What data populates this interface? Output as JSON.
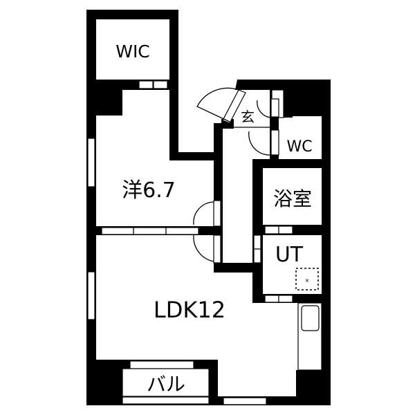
{
  "rooms": {
    "wic": "WIC",
    "entrance": "玄",
    "wc": "WC",
    "western_room": "洋6.7",
    "bath": "浴室",
    "utility": "UT",
    "ldk": "LDK12",
    "balcony": "バル"
  },
  "colors": {
    "wall": "#000000",
    "background": "#ffffff"
  }
}
